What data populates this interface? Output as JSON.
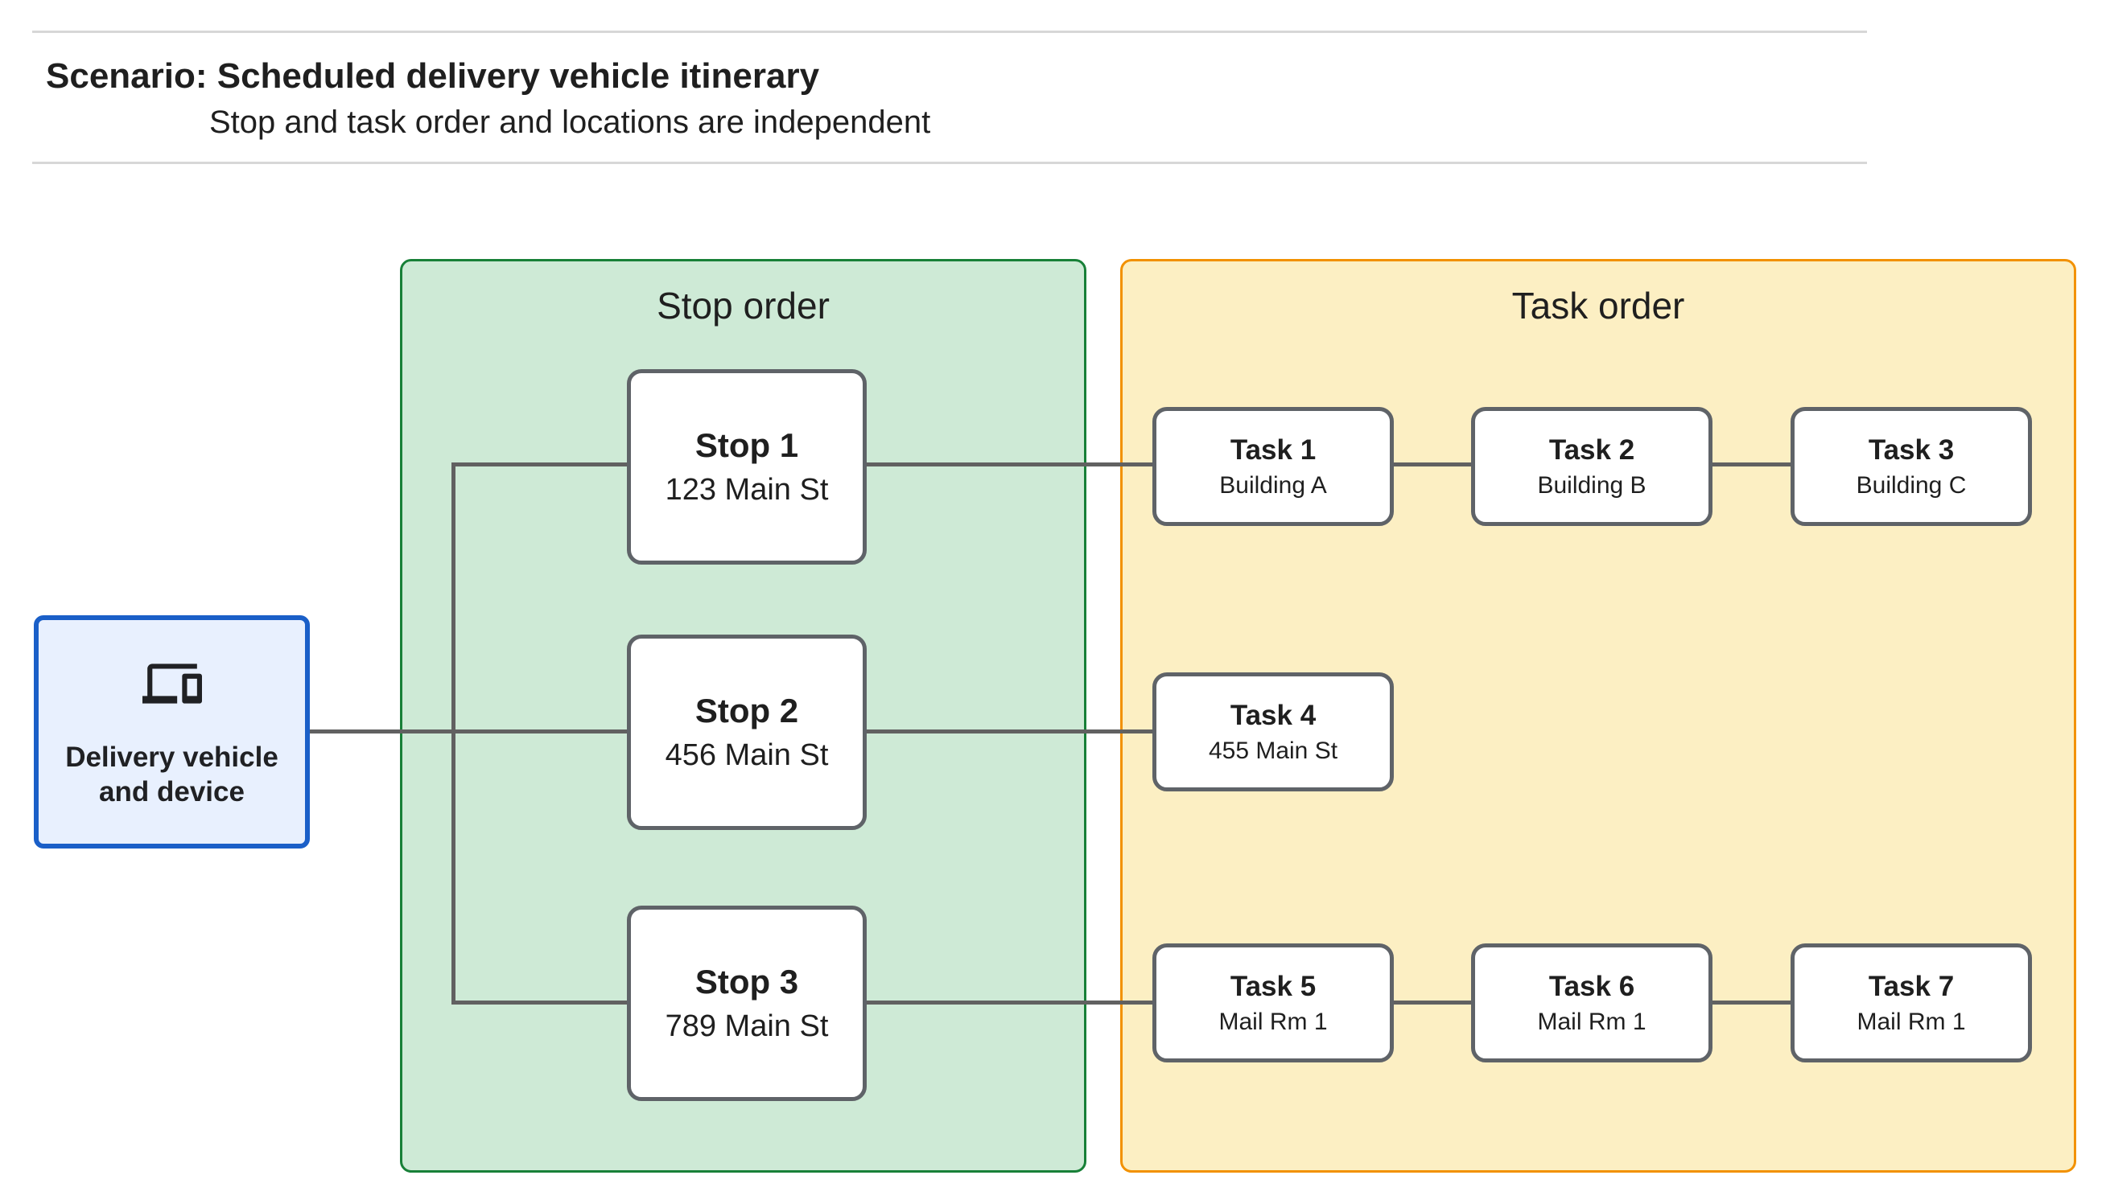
{
  "header": {
    "title": "Scenario: Scheduled delivery vehicle itinerary",
    "subtitle": "Stop and task order and locations are independent"
  },
  "vehicle_node": {
    "label": "Delivery vehicle and device",
    "icon": "devices-icon",
    "fill": "#e8f0fe",
    "border_color": "#1a5fc8"
  },
  "stop_panel": {
    "title": "Stop order",
    "fill": "#ceead6",
    "border_color": "#188038",
    "stops": [
      {
        "title": "Stop 1",
        "subtitle": "123 Main St"
      },
      {
        "title": "Stop 2",
        "subtitle": "456 Main St"
      },
      {
        "title": "Stop 3",
        "subtitle": "789 Main St"
      }
    ]
  },
  "task_panel": {
    "title": "Task order",
    "fill": "#fcefc3",
    "border_color": "#f29100",
    "rows": [
      [
        {
          "title": "Task 1",
          "subtitle": "Building A"
        },
        {
          "title": "Task 2",
          "subtitle": "Building B"
        },
        {
          "title": "Task 3",
          "subtitle": "Building C"
        }
      ],
      [
        {
          "title": "Task 4",
          "subtitle": "455 Main St"
        }
      ],
      [
        {
          "title": "Task 5",
          "subtitle": "Mail Rm 1"
        },
        {
          "title": "Task 6",
          "subtitle": "Mail Rm 1"
        },
        {
          "title": "Task 7",
          "subtitle": "Mail Rm 1"
        }
      ]
    ]
  },
  "connector_color": "#616161",
  "node_style": {
    "fill": "#ffffff",
    "border_color": "#5f6368",
    "text_color": "#1f1f1f"
  }
}
